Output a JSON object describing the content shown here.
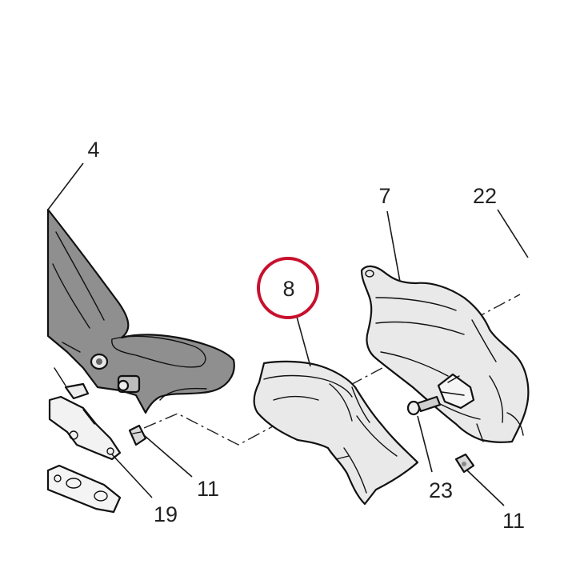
{
  "callouts": {
    "c4": "4",
    "c7": "7",
    "c8": "8",
    "c22": "22",
    "c11_left": "11",
    "c19": "19",
    "c23": "23",
    "c11_right": "11"
  },
  "colors": {
    "part_dark": "#8f8f8f",
    "part_light": "#e9e9e9",
    "outline": "#111111",
    "highlight_ring": "#c8102e",
    "background": "#ffffff"
  }
}
